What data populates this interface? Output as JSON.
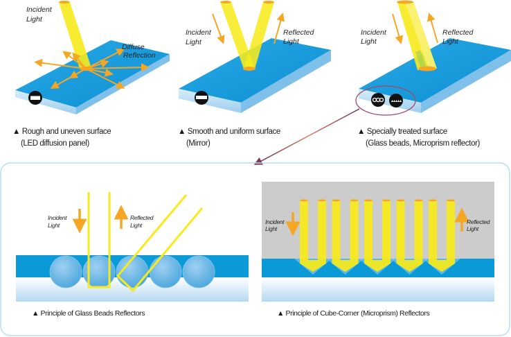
{
  "panels": [
    {
      "id": "rough",
      "labels": {
        "incident": [
          "Incident",
          "Light"
        ],
        "reflection": [
          "Diffuse",
          "Reflection"
        ]
      },
      "caption": {
        "marker": "▲",
        "line1": "Rough and uneven surface",
        "line2": "(LED diffusion panel)"
      },
      "badge_icon": "rough-surface-icon"
    },
    {
      "id": "smooth",
      "labels": {
        "incident": [
          "Incident",
          "Light"
        ],
        "reflection": [
          "Reflected",
          "Light"
        ]
      },
      "caption": {
        "marker": "▲",
        "line1": "Smooth and uniform surface",
        "line2": "(Mirror)"
      },
      "badge_icon": "flat-surface-icon"
    },
    {
      "id": "treated",
      "labels": {
        "incident": [
          "Incident",
          "Light"
        ],
        "reflection": [
          "Reflected",
          "Light"
        ]
      },
      "caption": {
        "marker": "▲",
        "line1": "Specially treated surface",
        "line2": "(Glass beads, Microprism reflector)"
      },
      "badge_icons": [
        "glass-beads-icon",
        "microprism-icon"
      ]
    }
  ],
  "detail": {
    "glass_beads": {
      "labels": {
        "incident": [
          "Incident",
          "Light"
        ],
        "reflection": [
          "Reflected",
          "Light"
        ]
      },
      "caption": {
        "marker": "▲",
        "text": "Principle of Glass Beads Reflectors"
      },
      "bead_count": 5
    },
    "cube_corner": {
      "labels": {
        "incident": [
          "Incident",
          "Light"
        ],
        "reflection": [
          "Reflected",
          "Light"
        ]
      },
      "caption": {
        "marker": "▲",
        "text": "Principle of Cube-Corner (Microprism) Reflectors"
      },
      "prism_count": 5
    }
  },
  "colors": {
    "beam_yellow": "#f7ea1c",
    "arrow_orange": "#f5a623",
    "panel_blue": "#0a9ad8",
    "panel_edge": "#a9d4ef",
    "frame_border": "#b7dcf1",
    "pointer": "#7b3a5a",
    "gray_bg": "#cccccc"
  }
}
